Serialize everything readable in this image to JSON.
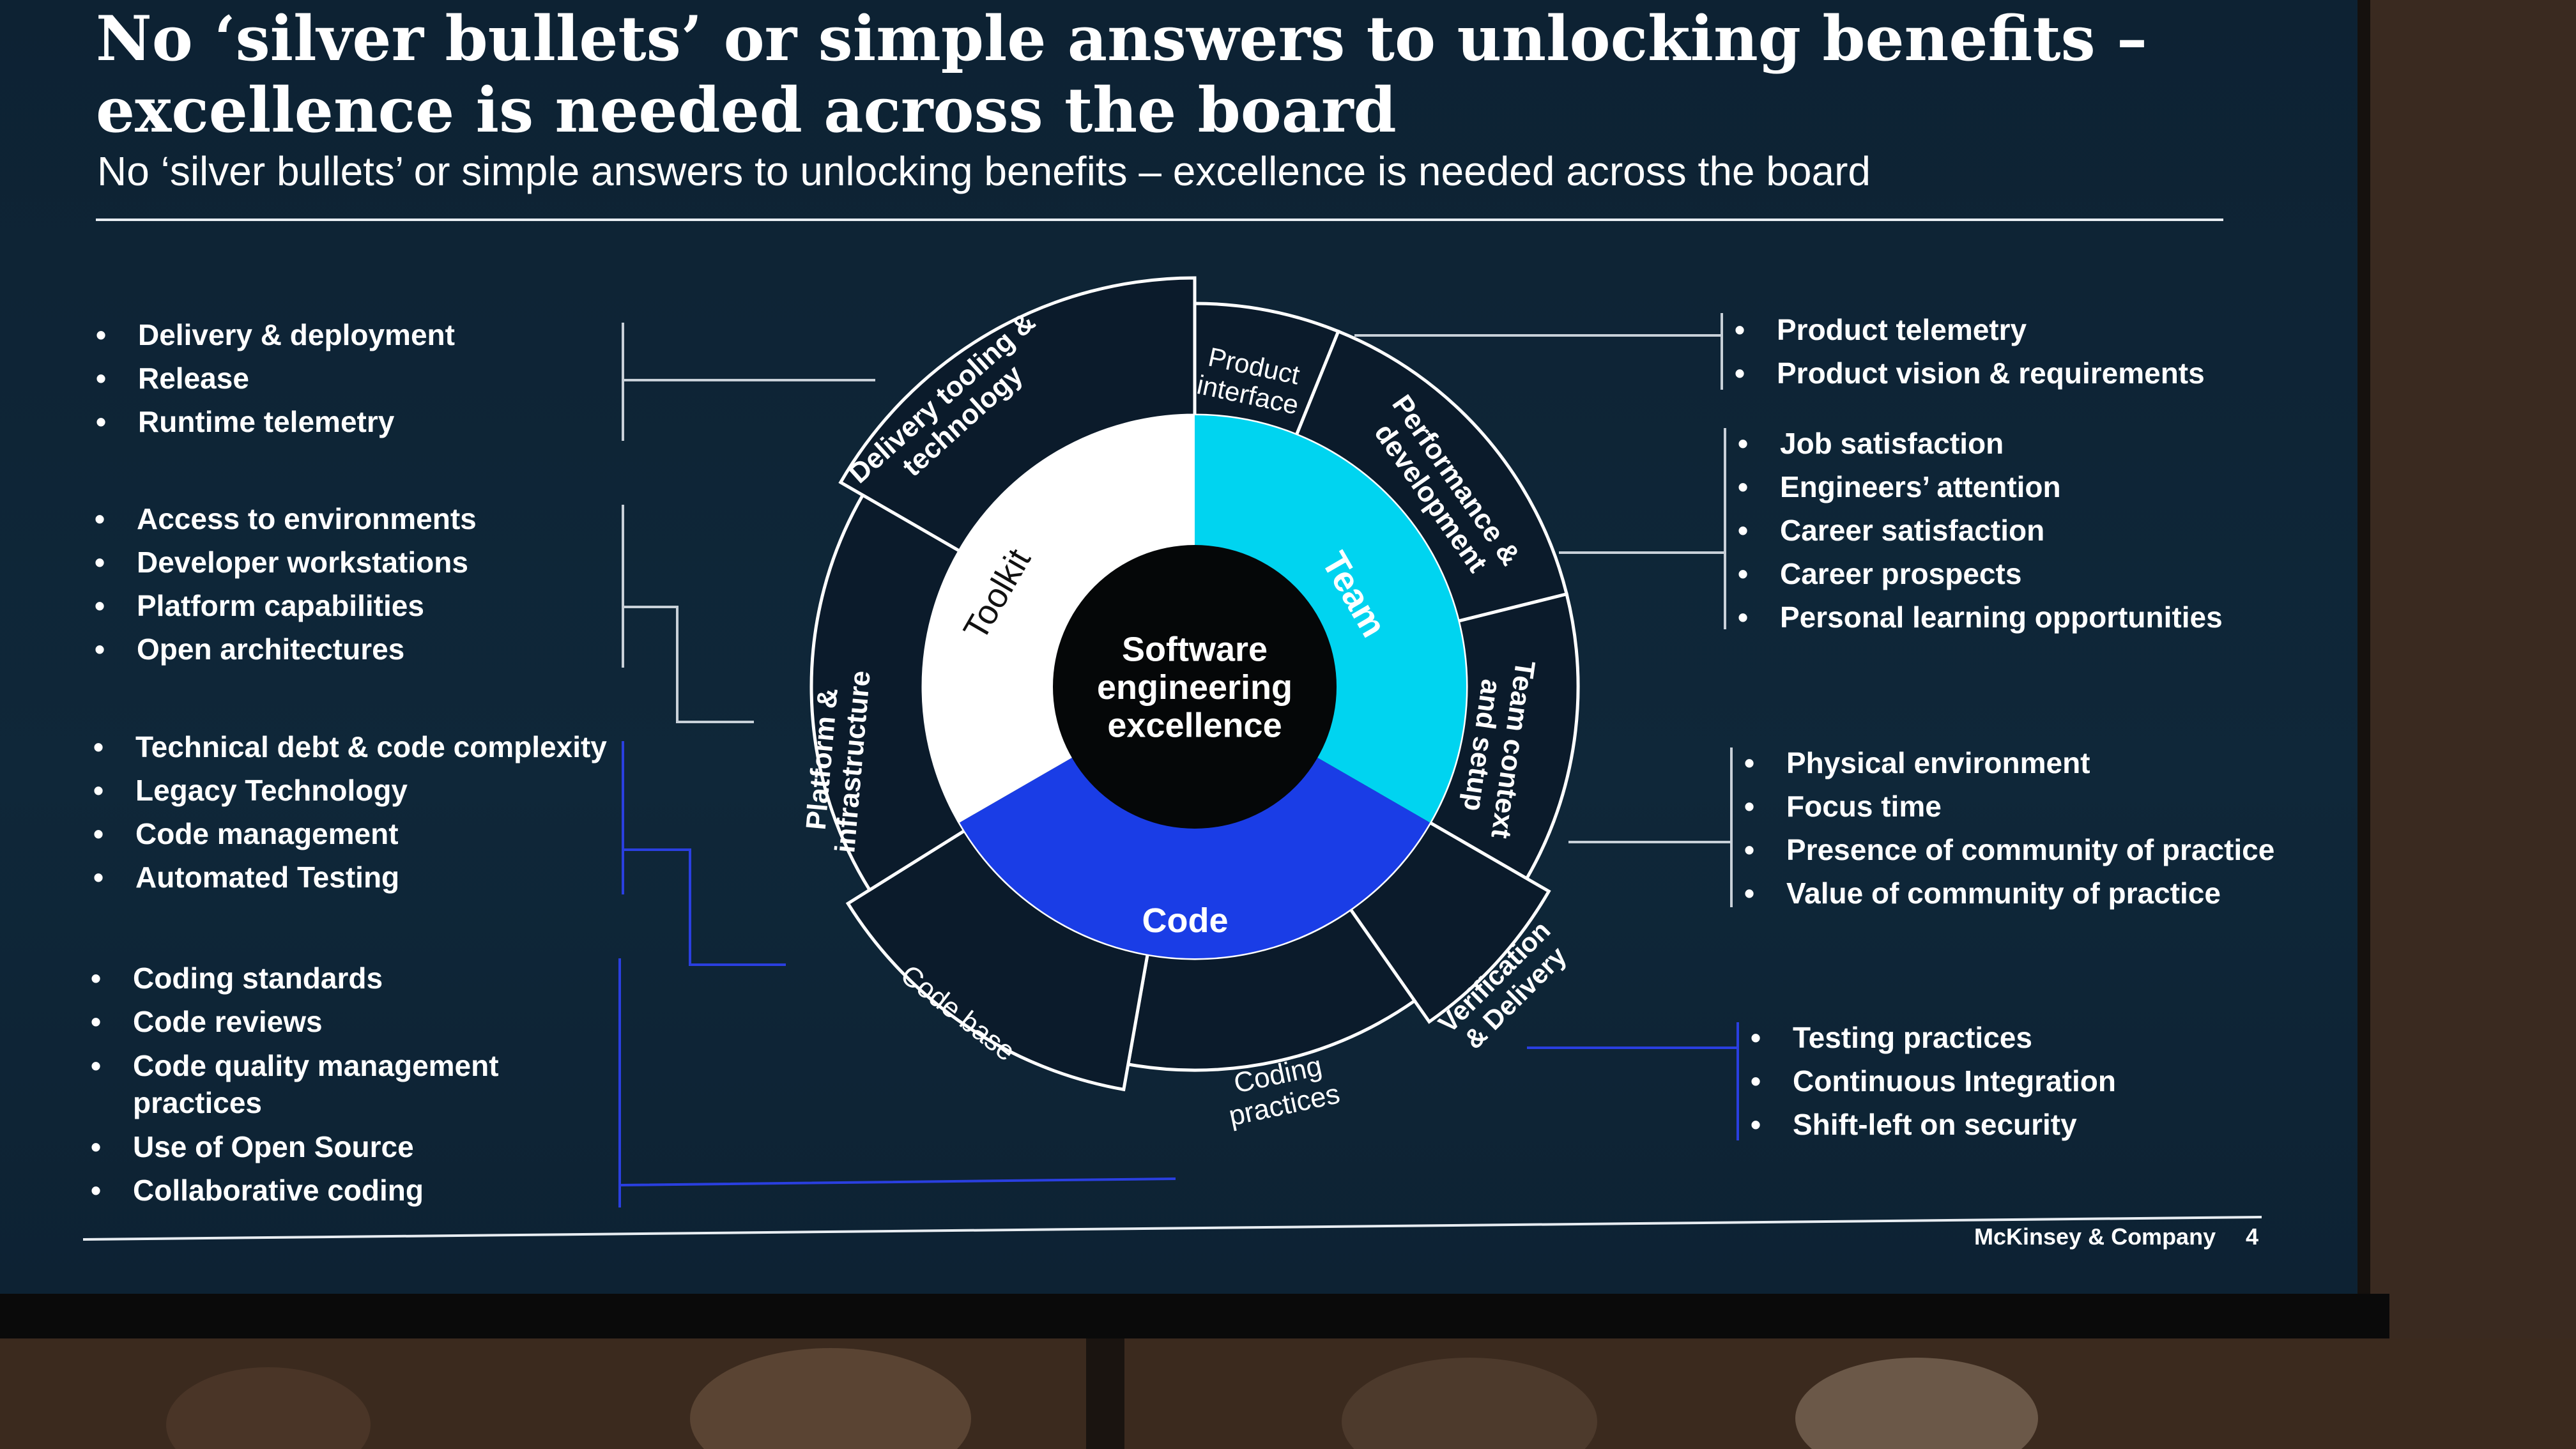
{
  "title": "No ‘silver bullets’ or simple answers to unlocking benefits – excellence is needed across the board",
  "subtitle": "No ‘silver bullets’ or simple answers to unlocking benefits – excellence is needed across the board",
  "center": {
    "line1": "Software",
    "line2": "engineering",
    "line3": "excellence"
  },
  "inner_segments": {
    "toolkit": "Toolkit",
    "team": "Team",
    "code": "Code"
  },
  "outer_segments": {
    "delivery_tooling": [
      "Delivery tooling &",
      "technology"
    ],
    "product_interface": [
      "Product",
      "interface"
    ],
    "performance": [
      "Performance &",
      "development"
    ],
    "team_context": [
      "Team context",
      "and setup"
    ],
    "verification": [
      "Verification",
      "& Delivery"
    ],
    "coding_practices": [
      "Coding",
      "practices"
    ],
    "code_base": [
      "Code base"
    ],
    "platform": [
      "Platform &",
      "infrastructure"
    ]
  },
  "left_groups": [
    [
      "Delivery & deployment",
      "Release",
      "Runtime telemetry"
    ],
    [
      "Access to environments",
      "Developer workstations",
      "Platform capabilities",
      "Open architectures"
    ],
    [
      "Technical debt & code complexity",
      "Legacy Technology",
      "Code management",
      "Automated Testing"
    ],
    [
      "Coding standards",
      "Code reviews",
      "Code quality management practices",
      "Use of Open Source",
      "Collaborative coding"
    ]
  ],
  "right_groups": [
    [
      "Product telemetry",
      "Product vision & requirements"
    ],
    [
      "Job satisfaction",
      "Engineers’ attention",
      "Career satisfaction",
      "Career prospects",
      "Personal learning opportunities"
    ],
    [
      "Physical environment",
      "Focus time",
      "Presence of community of practice",
      "Value of community of practice"
    ],
    [
      "Testing practices",
      "Continuous Integration",
      "Shift-left on security"
    ]
  ],
  "footer": {
    "brand": "McKinsey & Company",
    "page": "4"
  },
  "colors": {
    "slide_bg": "#0f2739",
    "ring_dark": "#0b1b2b",
    "toolkit": "#ffffff",
    "team": "#00d4f0",
    "code": "#1a3de6",
    "accent_line": "#2a3fe0"
  }
}
